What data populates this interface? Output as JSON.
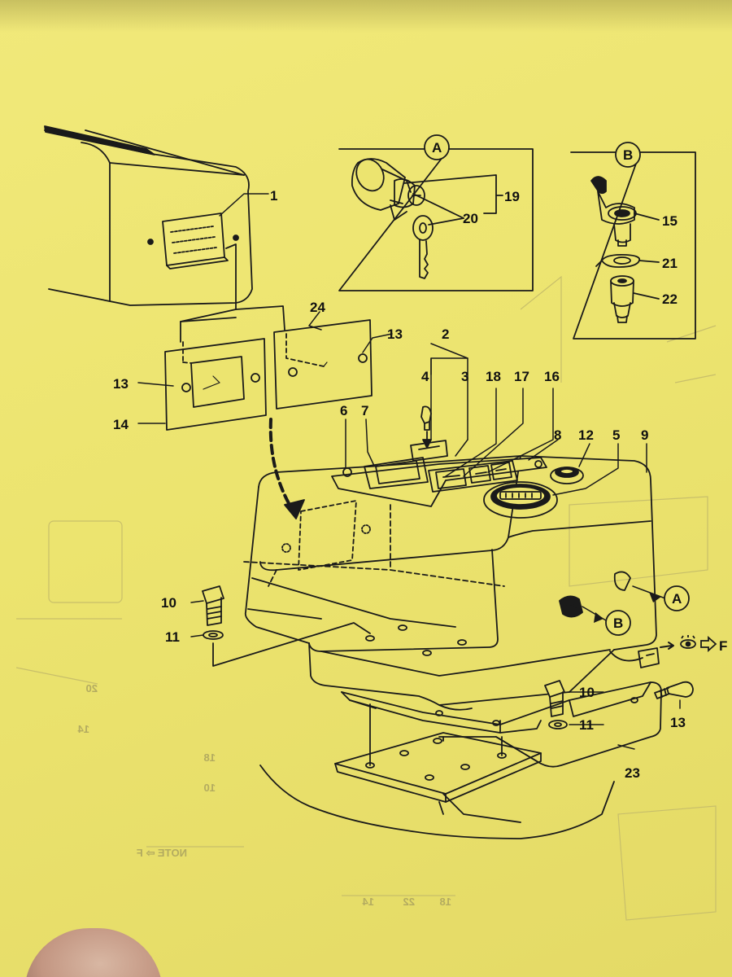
{
  "callouts": {
    "1": "1",
    "2": "2",
    "3": "3",
    "4": "4",
    "5": "5",
    "6": "6",
    "7": "7",
    "8": "8",
    "9": "9",
    "10a": "10",
    "10b": "10",
    "11a": "11",
    "11b": "11",
    "12": "12",
    "13a": "13",
    "13b": "13",
    "13c": "13",
    "14": "14",
    "15": "15",
    "16": "16",
    "17": "17",
    "18": "18",
    "19": "19",
    "20": "20",
    "21": "21",
    "22": "22",
    "23": "23",
    "24": "24"
  },
  "detail_boxes": {
    "a_label": "A",
    "b_label": "B"
  },
  "pointers": {
    "a_label": "A",
    "b_label": "B",
    "f_label": "F"
  },
  "bleed_through": [
    "20",
    "14",
    "18",
    "10",
    "NOTE ⇨ F",
    "18",
    "22",
    "14"
  ],
  "colors": {
    "paper": "#ece46f",
    "ink": "#111111",
    "ghost_ink": "#b3ab60"
  }
}
